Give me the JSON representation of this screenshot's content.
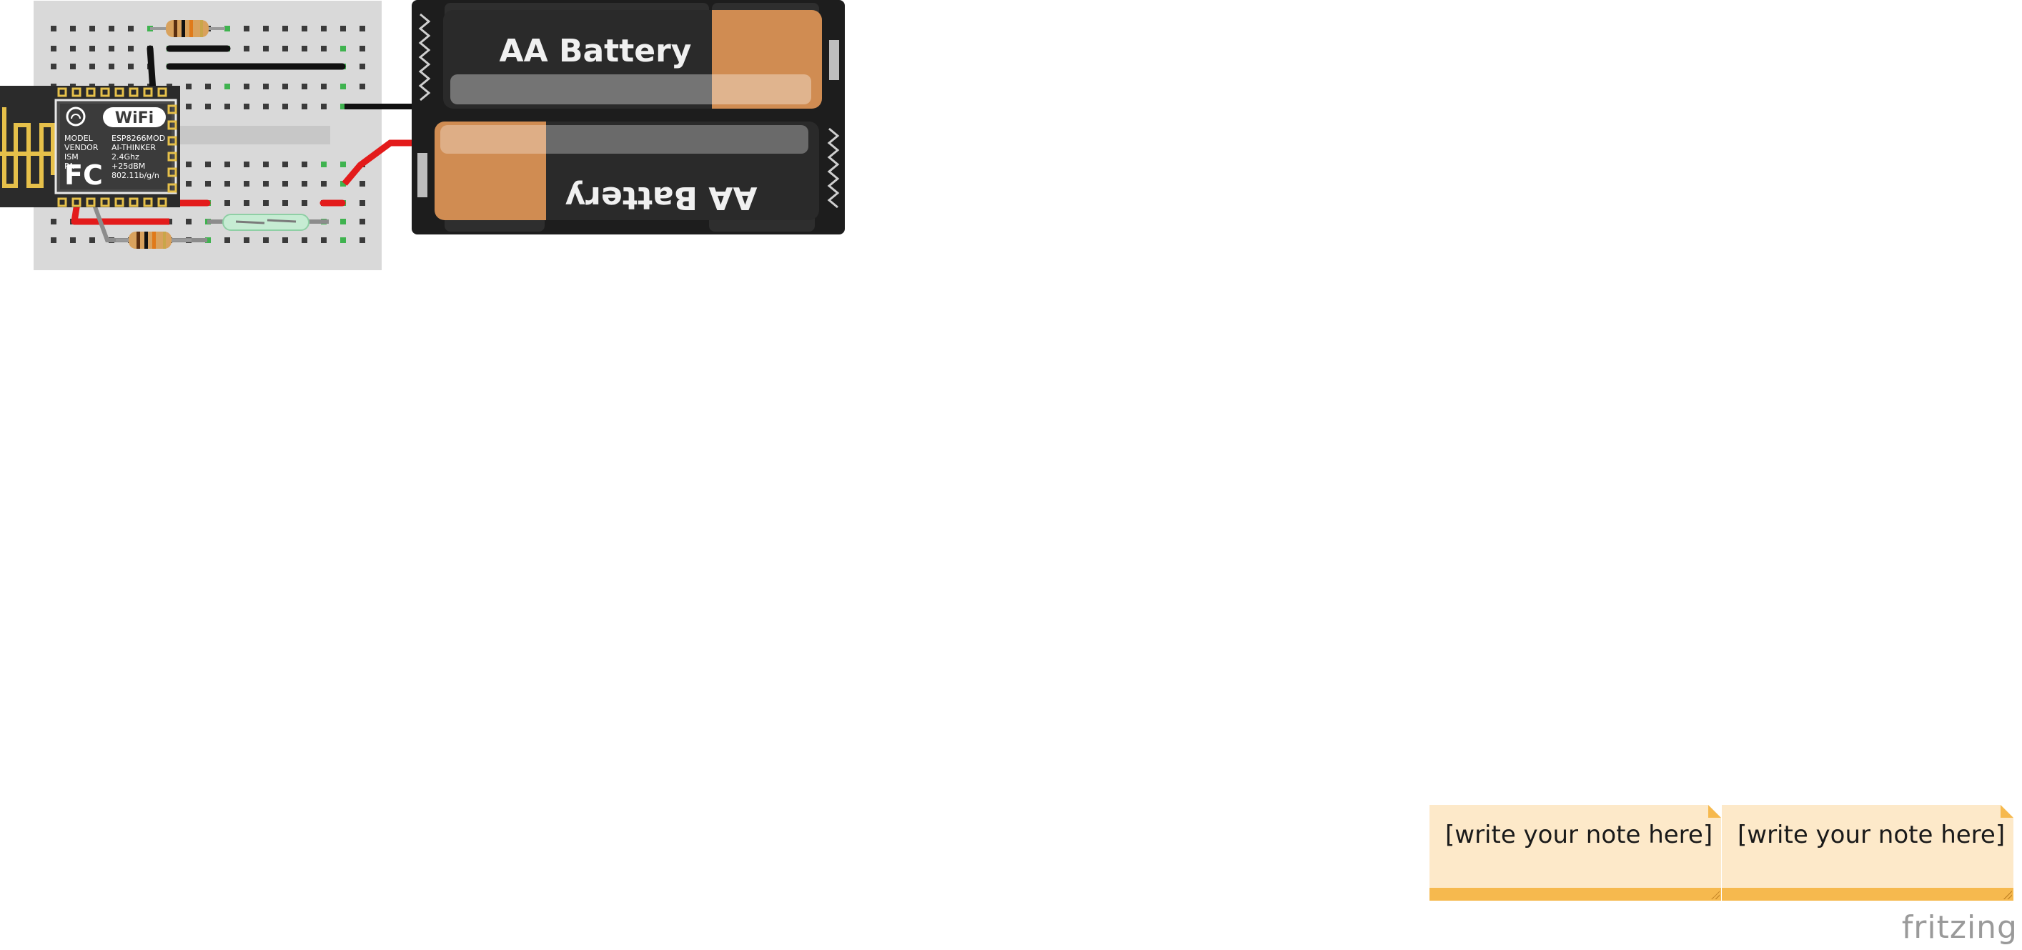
{
  "canvas": {
    "background": "#ffffff"
  },
  "breadboard": {
    "color": "#d9d9d9",
    "hole_color": "#3a3a3a",
    "connected_hole_color": "#3fb34f"
  },
  "battery_pack": {
    "cell_top_label": "AA Battery",
    "cell_bottom_label": "AA Battery",
    "case_color": "#1d1d1d",
    "terminal_color": "#d08c52"
  },
  "wifi_module": {
    "badge": "WiFi",
    "fcc_mark": "FC",
    "lines": [
      {
        "left": "MODEL",
        "right": "ESP8266MOD"
      },
      {
        "left": "VENDOR",
        "right": "AI-THINKER"
      },
      {
        "left": "ISM",
        "right": "2.4Ghz"
      },
      {
        "left": "PA",
        "right": "+25dBM"
      },
      {
        "left": "",
        "right": "802.11b/g/n"
      }
    ]
  },
  "wires": {
    "black": "#111111",
    "red": "#e31b1b",
    "gray": "#8c8c8c"
  },
  "notes": [
    {
      "text": "[write your note here]"
    },
    {
      "text": "[write your note here]"
    }
  ],
  "watermark": {
    "text": "fritzing"
  }
}
